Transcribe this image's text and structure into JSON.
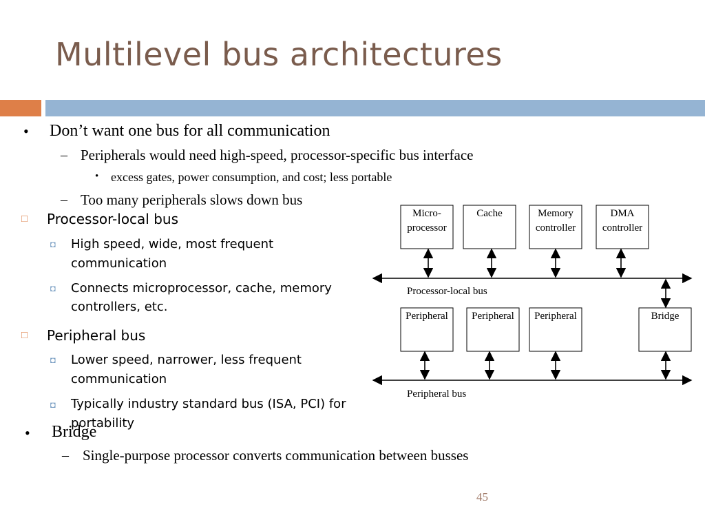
{
  "slide": {
    "title": "Multilevel bus architectures",
    "page_number": "45"
  },
  "bullets_top": {
    "b1": "Don’t want one bus for all communication",
    "b1_sub1": "Peripherals would need high-speed, processor-specific bus interface",
    "b1_sub1_sub1": "excess gates, power consumption, and cost; less portable",
    "b1_sub2": "Too many peripherals slows down bus"
  },
  "bullets_mid": {
    "pl": "Processor-local bus",
    "pl_1a": "High speed, wide, most frequent",
    "pl_1b": "communication",
    "pl_2a": "Connects microprocessor, cache, memory",
    "pl_2b": "controllers, etc.",
    "pb": "Peripheral bus",
    "pb_1a": "Lower speed, narrower, less frequent",
    "pb_1b": "communication",
    "pb_2a": "Typically industry standard bus (ISA, PCI) for",
    "pb_2b": "portability"
  },
  "bullets_bottom": {
    "bridge": "Bridge",
    "bridge_sub": "Single-purpose processor converts communication between busses"
  },
  "markers": {
    "bullet": "•",
    "dash": "–",
    "square_hollow": "□",
    "square_filled": "◘"
  },
  "diagram": {
    "top_boxes": [
      {
        "line1": "Micro-",
        "line2": "processor"
      },
      {
        "line1": "Cache",
        "line2": ""
      },
      {
        "line1": "Memory",
        "line2": "controller"
      },
      {
        "line1": "DMA",
        "line2": "controller"
      }
    ],
    "bottom_boxes": [
      "Peripheral",
      "Peripheral",
      "Peripheral",
      "Bridge"
    ],
    "bus_labels": {
      "processor_local": "Processor-local bus",
      "peripheral": "Peripheral bus"
    }
  },
  "colors": {
    "title": "#7a5c4d",
    "orange_bar": "#de7f48",
    "blue_bar": "#95b4d3",
    "marker_accent": "#7b9fc4",
    "page_number": "#a07a68"
  }
}
